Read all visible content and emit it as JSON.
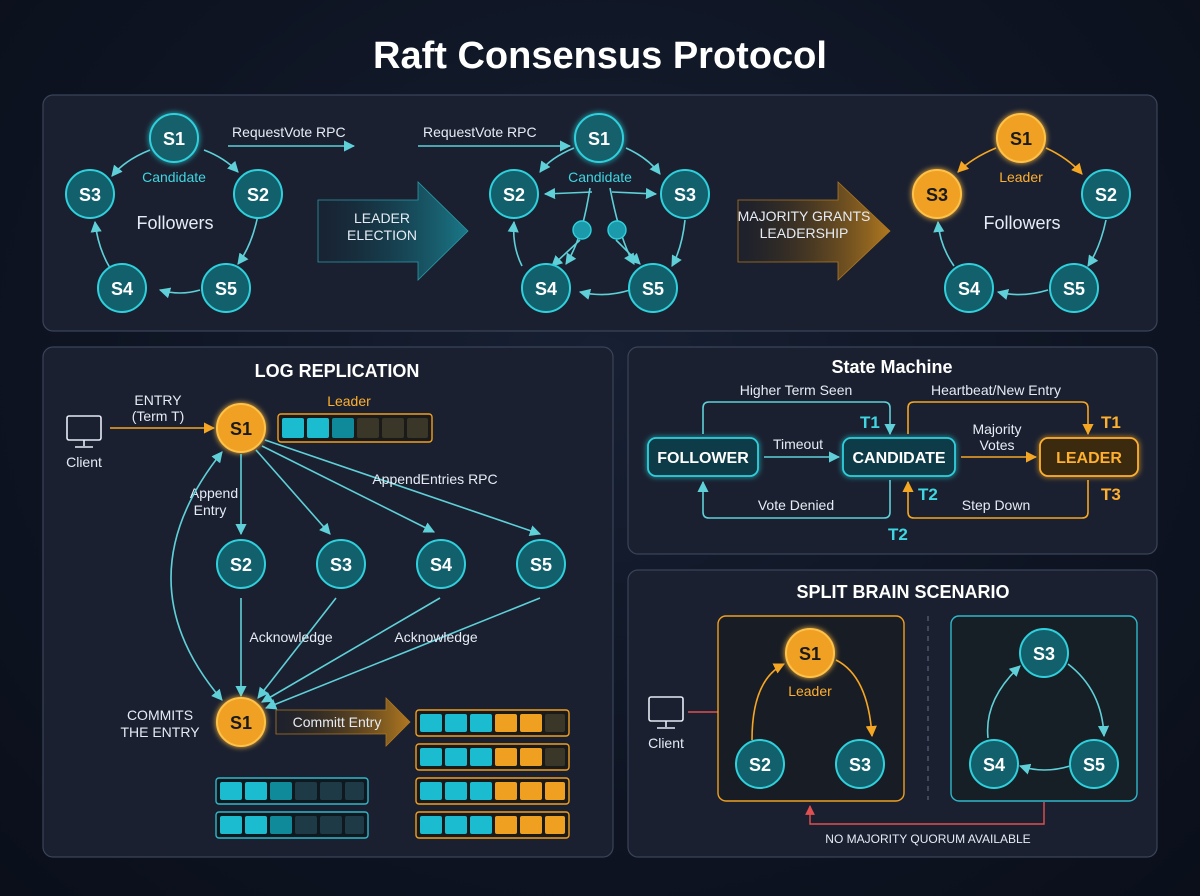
{
  "title": "Raft Consensus Protocol",
  "election": {
    "rpc_label": "RequestVote RPC",
    "candidate_label": "Candidate",
    "followers_label": "Followers",
    "leader_label": "Leader",
    "arrow1_line1": "LEADER",
    "arrow1_line2": "ELECTION",
    "arrow2_line1": "MAJORITY GRANTS",
    "arrow2_line2": "LEADERSHIP",
    "nodes": [
      "S1",
      "S2",
      "S3",
      "S4",
      "S5"
    ]
  },
  "log_replication": {
    "header": "LOG REPLICATION",
    "client_label": "Client",
    "entry_line1": "ENTRY",
    "entry_line2": "(Term T)",
    "leader_label": "Leader",
    "append_line1": "Append",
    "append_line2": "Entry",
    "append_rpc": "AppendEntries RPC",
    "ack1": "Acknowledge",
    "ack2": "Acknowledge",
    "commits_line1": "COMMITS",
    "commits_line2": "THE ENTRY",
    "commit_arrow": "Committ Entry"
  },
  "state_machine": {
    "header": "State Machine",
    "follower": "FOLLOWER",
    "candidate": "CANDIDATE",
    "leader": "LEADER",
    "higher_term": "Higher Term Seen",
    "heartbeat": "Heartbeat/New Entry",
    "timeout": "Timeout",
    "majority_line1": "Majority",
    "majority_line2": "Votes",
    "vote_denied": "Vote Denied",
    "step_down": "Step Down",
    "t1a": "T1",
    "t1b": "T1",
    "t2a": "T2",
    "t2b": "T2",
    "t3": "T3"
  },
  "split_brain": {
    "header": "SPLIT BRAIN SCENARIO",
    "client_label": "Client",
    "leader_label": "Leader",
    "quorum_label": "NO MAJORITY QUORUM AVAILABLE"
  },
  "colors": {
    "teal": "#2fd0dc",
    "orange": "#f0a020",
    "background": "#0d1220",
    "red": "#e05050"
  }
}
